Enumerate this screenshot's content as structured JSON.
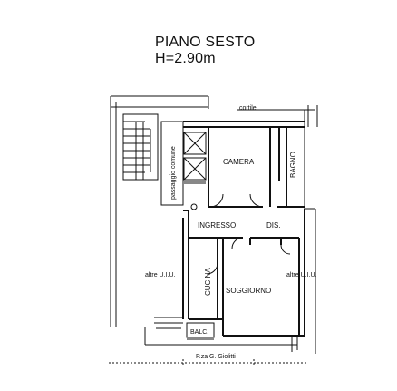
{
  "header": {
    "floor_title": "PIANO SESTO",
    "height_note": "H=2.90m"
  },
  "rooms": {
    "courtyard": "cortile",
    "common_passage": "passaggio comune",
    "bedroom": "CAMERA",
    "bathroom": "BAGNO",
    "entrance": "INGRESSO",
    "hallway": "DIS.",
    "kitchen": "CUCINA",
    "living_room": "SOGGIORNO",
    "balcony": "BALC.",
    "other_units_left": "altre U.I.U.",
    "other_units_right": "altre U.I.U.",
    "square": "P.za G. Giolitti"
  },
  "colors": {
    "line": "#111111",
    "paper": "#ffffff"
  }
}
